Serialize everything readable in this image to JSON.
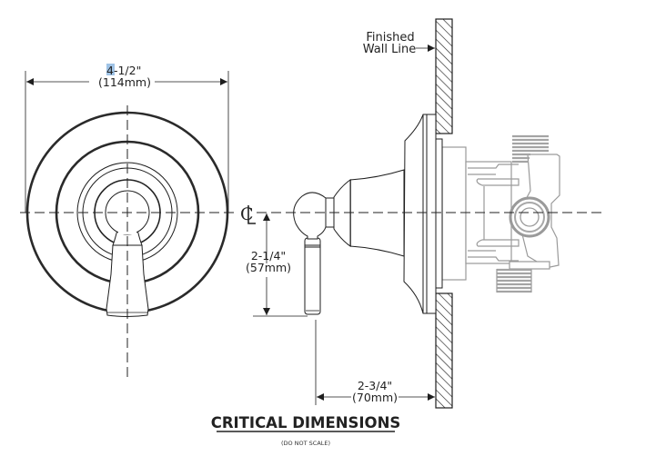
{
  "drawing": {
    "title": "CRITICAL DIMENSIONS",
    "subtitle": "(DO NOT SCALE)",
    "centerline_symbol": "CL",
    "wall_label": {
      "line1": "Finished",
      "line2": "Wall Line"
    },
    "dimensions": {
      "escutcheon_diameter": {
        "imperial": "4-1/2\"",
        "imperial_highlighted_part": "4",
        "imperial_rest": "-1/2\"",
        "metric": "(114mm)"
      },
      "handle_drop": {
        "imperial": "2-1/4\"",
        "metric": "(57mm)"
      },
      "projection_from_wall": {
        "imperial": "2-3/4\"",
        "metric": "(70mm)"
      }
    },
    "views": [
      "front-view",
      "side-view"
    ],
    "colors": {
      "line": "#1e1e1e",
      "valve_body": "#9a9a9a",
      "text_selection_highlight": "#9fc3e6"
    }
  }
}
